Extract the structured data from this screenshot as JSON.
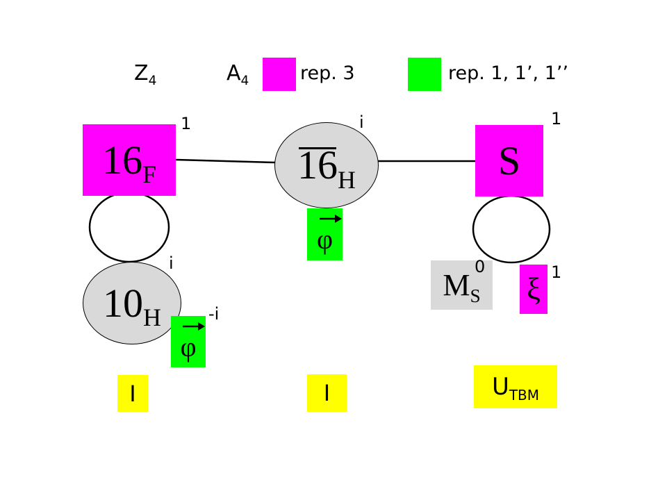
{
  "legend": {
    "z_label": "Z",
    "z_sub": "4",
    "a_label": "A",
    "a_sub": "4",
    "rep3_label": "rep. 3",
    "rep1_label": "rep. 1, 1’, 1’’"
  },
  "nodes": {
    "f16": {
      "main": "16",
      "sub": "F",
      "charge": "1"
    },
    "h16": {
      "main": "16",
      "sub": "H",
      "charge": "i"
    },
    "s": {
      "main": "S",
      "charge": "1"
    },
    "h10": {
      "main": "10",
      "sub": "H",
      "charge": "i"
    },
    "phi_center": {
      "symbol": "φ"
    },
    "phi_left": {
      "symbol": "φ",
      "charge": "-i"
    },
    "ms": {
      "main": "M",
      "sub": "S",
      "charge": "0"
    },
    "xi": {
      "symbol": "ξ",
      "charge": "1"
    }
  },
  "results": {
    "left": "I",
    "center": "I",
    "right_main": "U",
    "right_sub": "TBM"
  },
  "colors": {
    "magenta": "#ff00ff",
    "green": "#00ff00",
    "yellow": "#ffff00",
    "gray": "#d9d9d9"
  }
}
